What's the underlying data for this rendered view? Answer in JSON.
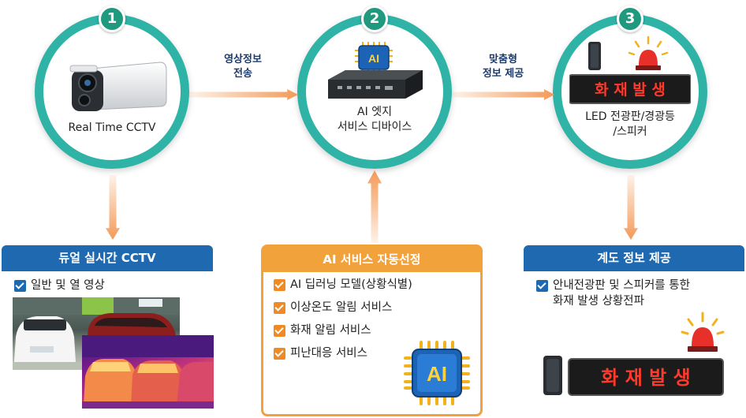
{
  "stages": [
    {
      "number": "1",
      "label": [
        "Real Time CCTV"
      ]
    },
    {
      "number": "2",
      "label": [
        "AI 엣지",
        "서비스 디바이스"
      ],
      "chip_text": "AI"
    },
    {
      "number": "3",
      "label": [
        "LED 전광판/경광등",
        "/스피커"
      ],
      "led_text": "화 재 발 생"
    }
  ],
  "flows": [
    {
      "label": [
        "영상정보",
        "전송"
      ]
    },
    {
      "label": [
        "맞춤형",
        "정보 제공"
      ]
    }
  ],
  "panels": {
    "left": {
      "title": "듀얼 실시간 CCTV",
      "items": [
        "일반 및 열 영상"
      ]
    },
    "center": {
      "title": "AI 서비스 자동선정",
      "items": [
        "AI 딥러닝 모델(상황식별)",
        "이상온도 알림 서비스",
        "화재 알림 서비스",
        "피난대응 서비스"
      ],
      "chip_text": "AI"
    },
    "right": {
      "title": "계도 정보 제공",
      "items": [
        "안내전광판 및 스피커를 통한",
        "화재 발생 상황전파"
      ],
      "led_text": "화 재 발 생"
    }
  },
  "colors": {
    "teal_ring": "#2fb3a6",
    "badge": "#1f9a7e",
    "blue_header": "#1f69b1",
    "orange": "#f2a23b",
    "arrow": "#f39a58",
    "led_text": "#ff3a2a"
  }
}
